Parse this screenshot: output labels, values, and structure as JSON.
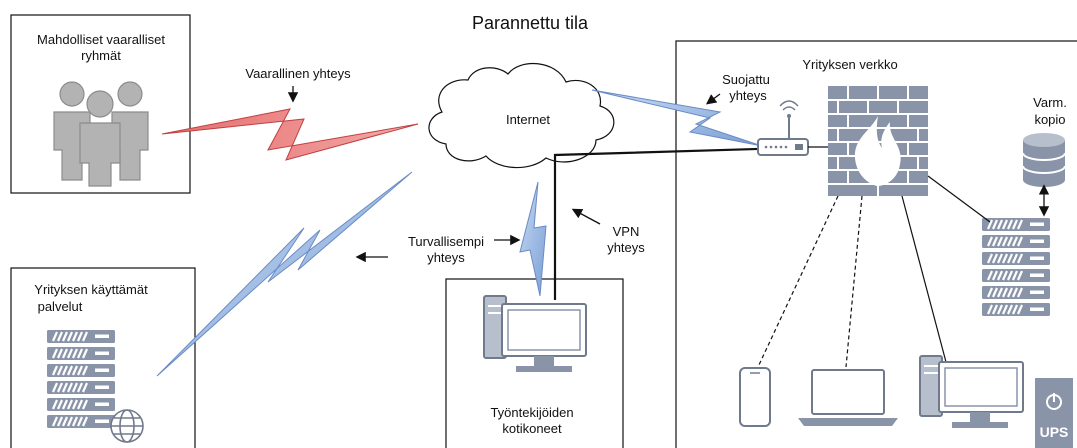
{
  "title": "Parannettu tila",
  "boxes": {
    "threat_groups": {
      "label_line1": "Mahdolliset vaaralliset",
      "label_line2": "ryhmät"
    },
    "company_services": {
      "label_line1": "Yrityksen käyttämät",
      "label_line2": "palvelut"
    },
    "home_computers": {
      "label_line1": "Työntekijöiden",
      "label_line2": "kotikoneet"
    },
    "company_network": {
      "label": "Yrityksen verkko"
    }
  },
  "cloud": {
    "label": "Internet"
  },
  "connections": {
    "dangerous": {
      "label": "Vaarallinen yhteys",
      "color": "#e05a5a"
    },
    "protected": {
      "label_line1": "Suojattu",
      "label_line2": "yhteys",
      "color": "#7aa0d6"
    },
    "safer": {
      "label_line1": "Turvallisempi",
      "label_line2": "yhteys",
      "color": "#7aa0d6"
    },
    "vpn": {
      "label_line1": "VPN",
      "label_line2": "yhteys"
    }
  },
  "backup": {
    "label_line1": "Varm.",
    "label_line2": "kopio"
  },
  "ups": {
    "label": "UPS"
  },
  "icons": {
    "people": "people-icon",
    "server": "server-icon",
    "globe": "globe-icon",
    "router": "router-icon",
    "firewall": "firewall-icon",
    "database": "database-icon",
    "phone": "phone-icon",
    "laptop": "laptop-icon",
    "desktop": "desktop-icon",
    "ups": "ups-icon"
  },
  "colors": {
    "icon_gray": "#b3b3b3",
    "icon_blue_gray": "#8a94a8",
    "icon_dark": "#6f7a8c"
  }
}
